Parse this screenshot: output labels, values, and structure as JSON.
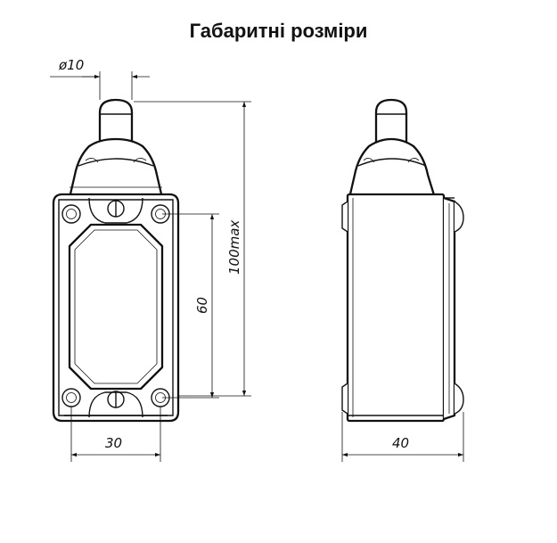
{
  "title": "Габаритні розміри",
  "dimensions": {
    "plunger_diameter": "ø10",
    "overall_height": "100max",
    "hole_spacing": "60",
    "front_width": "30",
    "side_width": "40"
  }
}
